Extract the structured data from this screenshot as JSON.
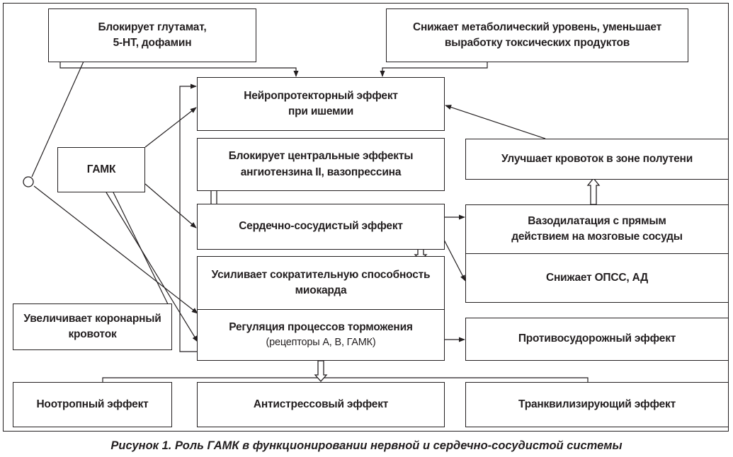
{
  "nodes": {
    "glutamate": [
      "Блокирует глутамат,",
      "5-НТ, дофамин"
    ],
    "metabolic": [
      "Снижает метаболический уровень, уменьшает",
      "выработку токсических продуктов"
    ],
    "neuroprotective": [
      "Нейропротекторный эффект",
      "при ишемии"
    ],
    "gaba": [
      "ГАМК"
    ],
    "angiotensin": [
      "Блокирует центральные эффекты",
      "ангиотензина II, вазопрессина"
    ],
    "blood_flow": [
      "Улучшает кровоток в зоне полутени"
    ],
    "cardiovascular": [
      "Сердечно-сосудистый эффект"
    ],
    "vasodilation": [
      "Вазодилатация с прямым",
      "действием на мозговые сосуды"
    ],
    "contractility": [
      "Усиливает сократительную способность",
      "миокарда"
    ],
    "vascular_resistance": [
      "Снижает ОПСС, АД"
    ],
    "coronary": [
      "Увеличивает коронарный",
      "кровоток"
    ],
    "inhibition": [
      "Регуляция процессов торможения",
      "(рецепторы А, В, ГАМК)"
    ],
    "anticonvulsant": [
      "Противосудорожный эффект"
    ],
    "nootropic": [
      "Ноотропный эффект"
    ],
    "antistress": [
      "Антистрессовый эффект"
    ],
    "tranquilizing": [
      "Транквилизирующий эффект"
    ]
  },
  "caption": "Рисунок 1. Роль ГАМК в функционировании нервной и сердечно-сосудистой системы"
}
